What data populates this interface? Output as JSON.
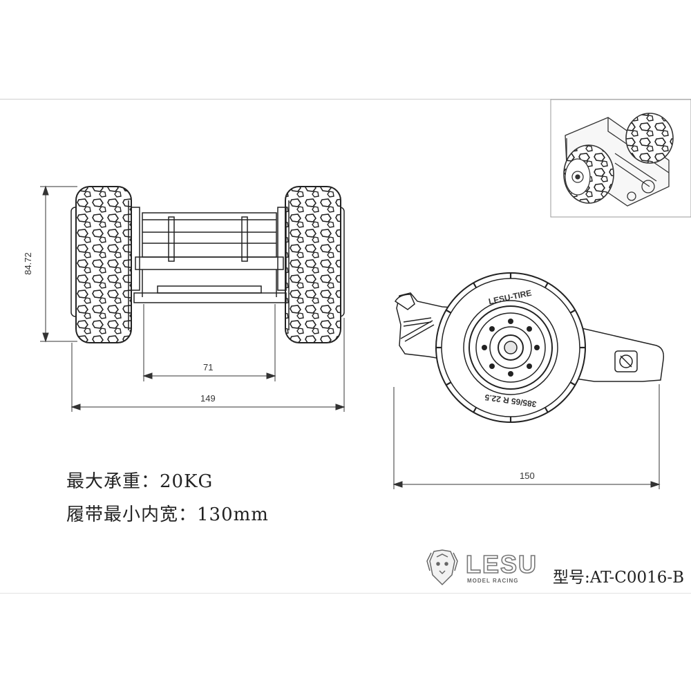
{
  "dimensions": {
    "height": "84.72",
    "inner_width": "71",
    "outer_width": "149",
    "side_length": "150"
  },
  "specs": {
    "max_load": "最大承重：20KG",
    "min_track_width": "履带最小内宽：130mm"
  },
  "brand": {
    "name": "LESU",
    "subtitle": "MODEL RACING"
  },
  "model": {
    "label": "型号:AT-C0016-B"
  },
  "tire": {
    "brand_text": "LESU-TIRE",
    "size_text": "385/65 R 22.5"
  }
}
